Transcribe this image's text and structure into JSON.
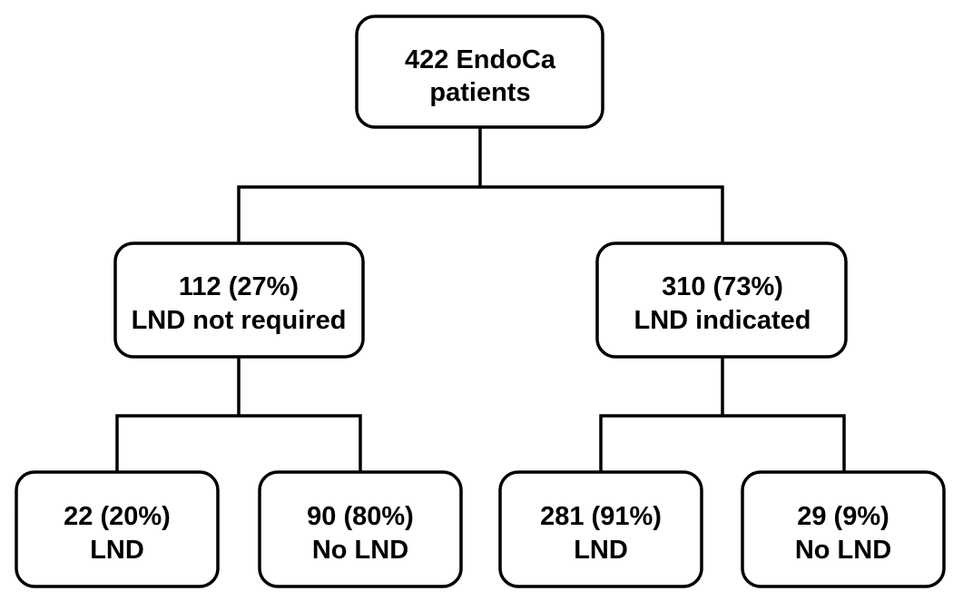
{
  "nodes": {
    "root": {
      "line1": "422 EndoCa",
      "line2": "patients"
    },
    "left": {
      "line1": "112 (27%)",
      "line2": "LND not required"
    },
    "right": {
      "line1": "310 (73%)",
      "line2": "LND indicated"
    },
    "left_a": {
      "line1": "22 (20%)",
      "line2": "LND"
    },
    "left_b": {
      "line1": "90 (80%)",
      "line2": "No LND"
    },
    "right_a": {
      "line1": "281 (91%)",
      "line2": "LND"
    },
    "right_b": {
      "line1": "29 (9%)",
      "line2": "No LND"
    }
  },
  "colors": {
    "stroke": "#000000",
    "fill": "#ffffff",
    "text": "#000000"
  }
}
